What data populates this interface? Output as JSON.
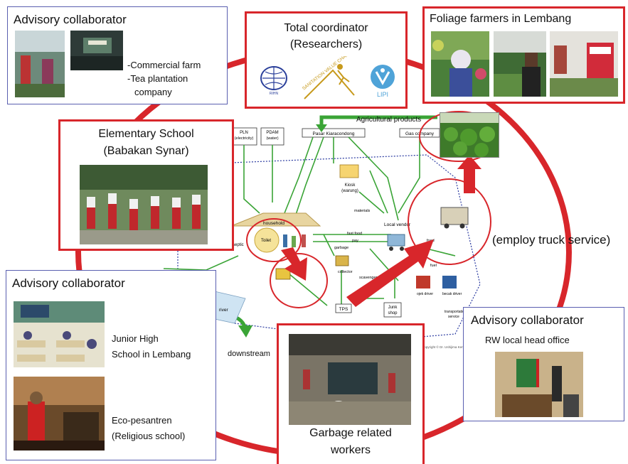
{
  "advisory_top": {
    "title": "Advisory collaborator",
    "lines": [
      "-Commercial farm",
      "-Tea plantation",
      "company"
    ]
  },
  "total_coordinator": {
    "title": "Total coordinator",
    "subtitle": "(Researchers)",
    "logo_lipi": "LIPI",
    "logo_sanitation": "SANITATION VALUE CHAIN",
    "logo_rihn": "RIHN"
  },
  "foliage": {
    "title": "Foliage farmers in Lembang"
  },
  "elementary": {
    "title": "Elementary School",
    "subtitle": "(Babakan Synar)"
  },
  "advisory_left": {
    "title": "Advisory collaborator",
    "item1": [
      "Junior High",
      "School in Lembang"
    ],
    "item2": [
      "Eco-pesantren",
      "(Religious school)"
    ]
  },
  "advisory_right": {
    "title": "Advisory collaborator",
    "subtitle": "RW local head office"
  },
  "garbage": {
    "title": [
      "Garbage related",
      "workers"
    ]
  },
  "labels": {
    "truck": "(employ truck service)",
    "downstream": "downstream",
    "agri": "Agricultural products"
  },
  "diagram": {
    "pln": [
      "PLN",
      "(electricity)"
    ],
    "pdam": [
      "PDAM",
      "(water)"
    ],
    "pasar": "Pasar Kiaracondong",
    "gas": "Gas company",
    "kiosk": [
      "Kiosk",
      "(warung)"
    ],
    "household": "household",
    "local_vendor": "Local vendor",
    "toilet": "Toilet",
    "septic": "septic",
    "tps": "TPS",
    "junk": [
      "Junk",
      "shop"
    ],
    "river": "river",
    "collector": "collector",
    "scavenger": "scavenger",
    "fast_food": "fast food",
    "pay": "pay",
    "materials": "materials",
    "garbage": "garbage",
    "ojek": "ojek driver",
    "becak": "becak driver",
    "transport": [
      "transportation",
      "service"
    ],
    "food": "food",
    "fuel": "fuel",
    "copyright": "copyright © Dr. Ushijima Ken"
  },
  "colors": {
    "accent_red": "#d8262b",
    "green": "#3aa436",
    "border_blue": "#5a5fb0"
  }
}
